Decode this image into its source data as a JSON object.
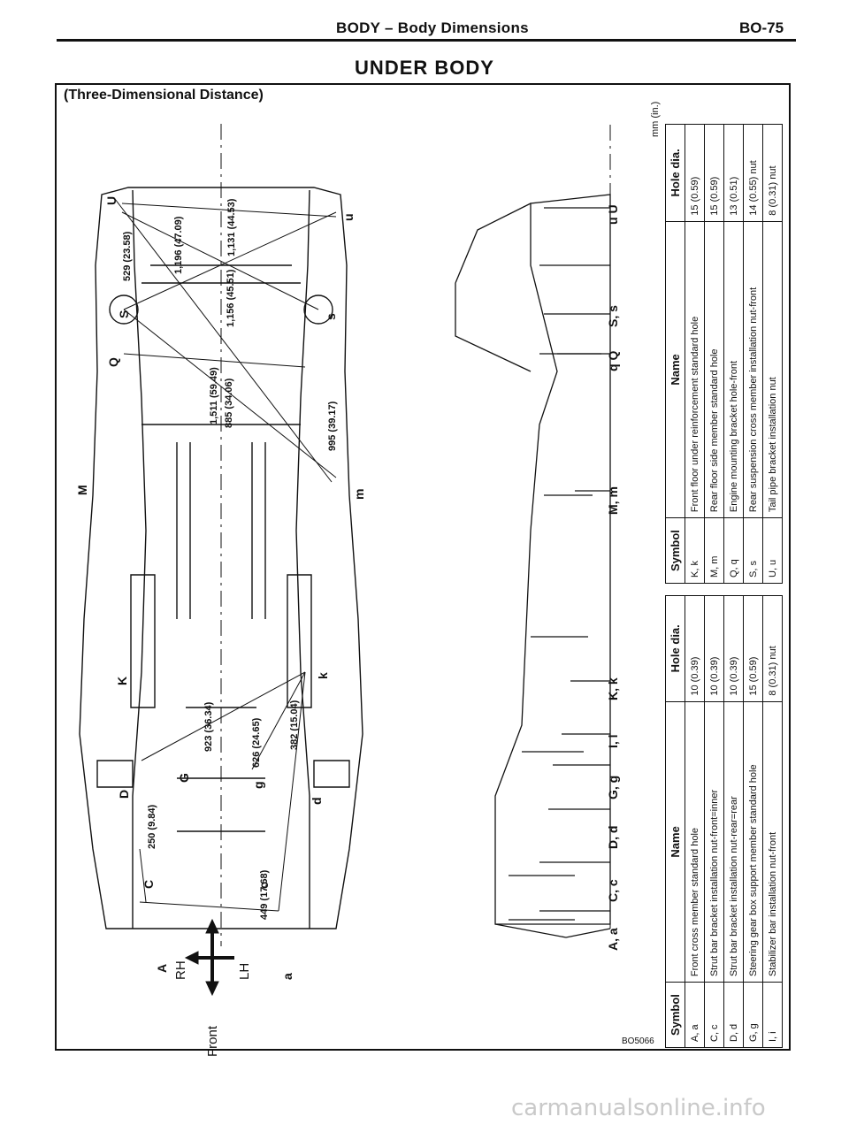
{
  "header": {
    "title": "BODY – Body Dimensions",
    "page_no": "BO-75"
  },
  "subtitle": "UNDER BODY",
  "diagram_caption": "(Three-Dimensional Distance)",
  "unit_note": "mm (in.)",
  "figure_code": "BO5066",
  "orientation": {
    "rh": "RH",
    "lh": "LH",
    "front": "Front"
  },
  "point_letters": [
    "A",
    "C",
    "D",
    "G",
    "K",
    "M",
    "Q",
    "S",
    "U",
    "a",
    "c",
    "d",
    "g",
    "k",
    "m",
    "s",
    "u"
  ],
  "measurements": [
    "250 (9.84)",
    "449 (17.68)",
    "626 (24.65)",
    "923 (36.34)",
    "382 (15.04)",
    "885 (34.06)",
    "995 (39.17)",
    "1,511 (59.49)",
    "1,156 (45.51)",
    "529 (23.58)",
    "1,196 (47.09)",
    "1,131 (44.53)"
  ],
  "side_labels": [
    "A, a",
    "C, c",
    "D, d",
    "G, g",
    "I, i",
    "K, k",
    "M, m",
    "q Q",
    "S, s",
    "u U"
  ],
  "table_left": {
    "headers": [
      "Symbol",
      "Name",
      "Hole dia."
    ],
    "rows": [
      [
        "A, a",
        "Front cross member standard hole",
        "10 (0.39)"
      ],
      [
        "C, c",
        "Strut bar bracket installation nut-front=inner",
        "10 (0.39)"
      ],
      [
        "D, d",
        "Strut bar bracket installation nut-rear=rear",
        "10 (0.39)"
      ],
      [
        "G, g",
        "Steering gear box support member standard hole",
        "15 (0.59)"
      ],
      [
        "I, i",
        "Stabilizer bar installation nut-front",
        "8 (0.31) nut"
      ]
    ]
  },
  "table_right": {
    "headers": [
      "Symbol",
      "Name",
      "Hole dia."
    ],
    "rows": [
      [
        "K, k",
        "Front floor under reinforcement standard hole",
        "15 (0.59)"
      ],
      [
        "M, m",
        "Rear floor side member standard hole",
        "15 (0.59)"
      ],
      [
        "Q, q",
        "Engine mounting bracket hole-front",
        "13 (0.51)"
      ],
      [
        "S, s",
        "Rear suspension cross member installation nut-front",
        "14 (0.55) nut"
      ],
      [
        "U, u",
        "Tail pipe bracket installation nut",
        "8 (0.31) nut"
      ]
    ]
  },
  "watermark": "carmanualsonline.info"
}
